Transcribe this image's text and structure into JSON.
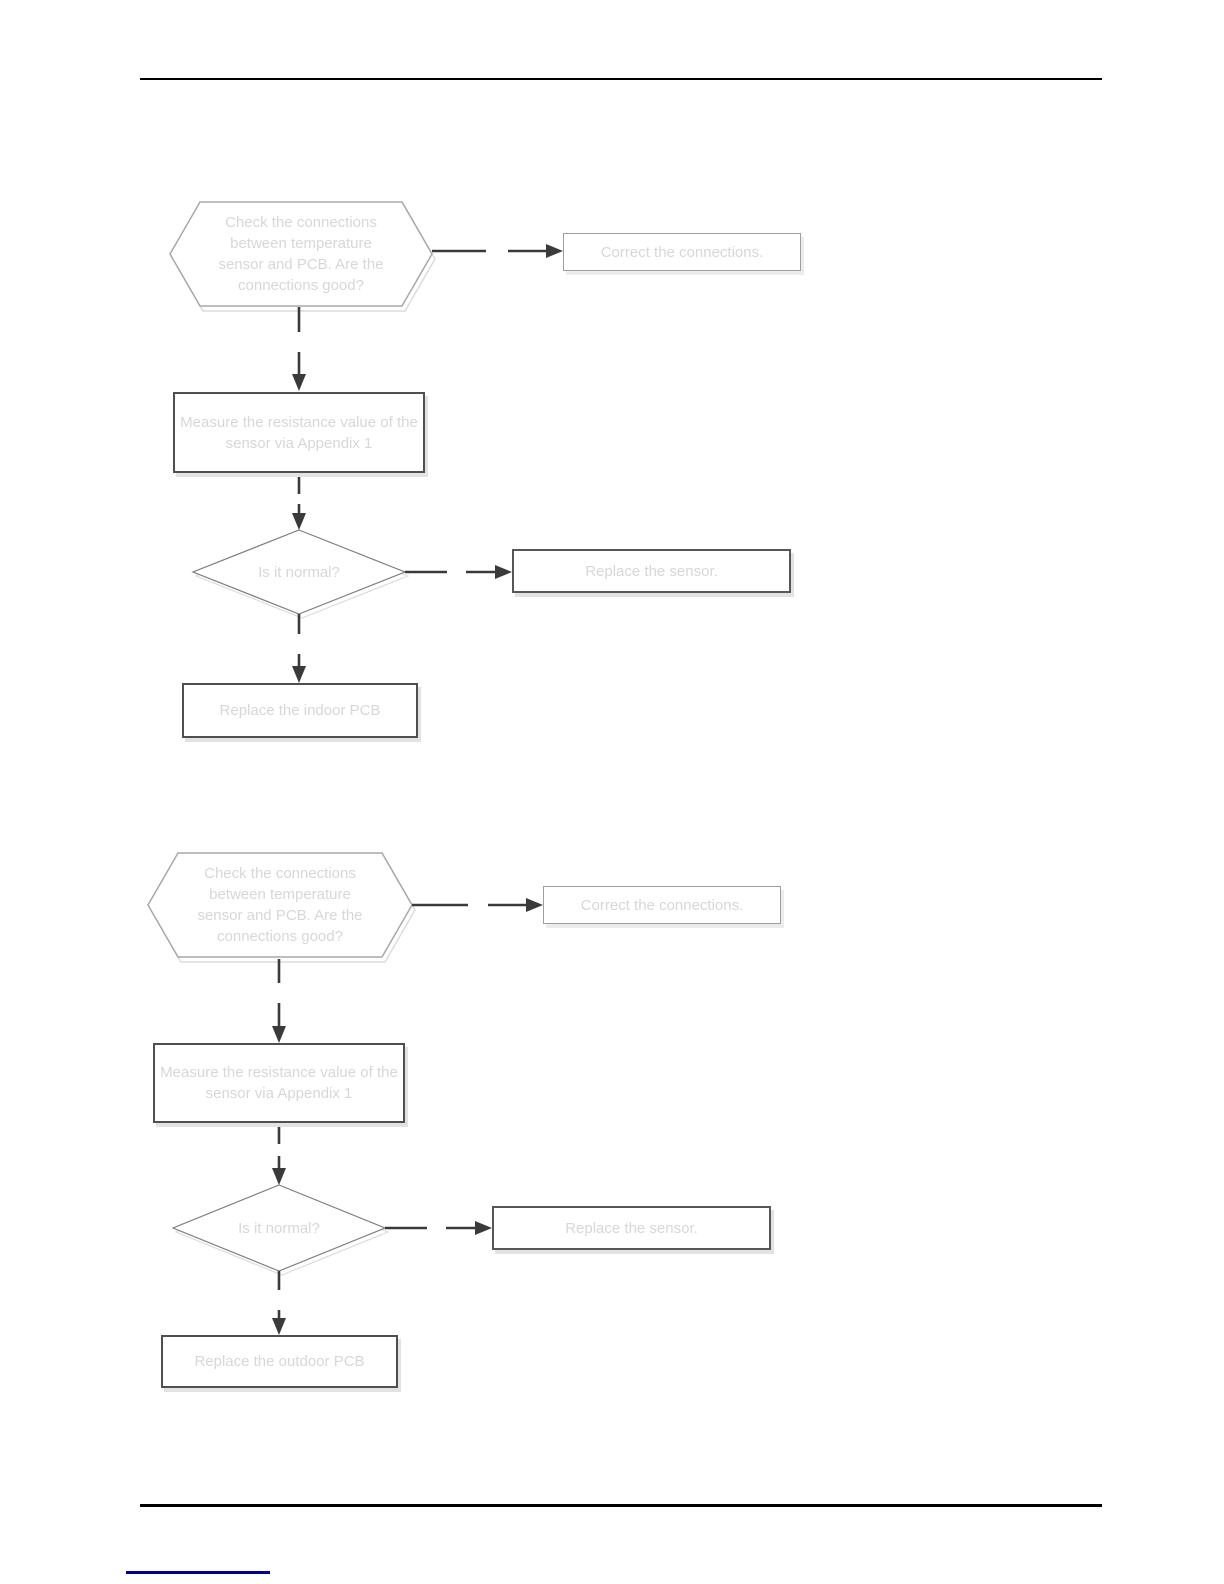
{
  "page": {
    "background": "#ffffff"
  },
  "colors": {
    "connector": "#3a3a3a",
    "shape_text": "#d7d7d7",
    "hexagon_border": "#a8a8a8",
    "diamond_border": "#7d7d7d",
    "light_box_border": "#9e9e9e",
    "dark_box_border": "#4f4f4f",
    "shape_shadow": "#dcdcdc",
    "rule": "#000000",
    "footer_link": "#00008b"
  },
  "flowcharts": [
    {
      "nodes": {
        "check_connections": "Check the connections between temperature sensor and PCB. Are the connections good?",
        "correct_connections": "Correct the connections.",
        "measure_resistance": "Measure the resistance value of the sensor via Appendix 1",
        "is_it_normal": "Is it normal?",
        "replace_sensor": "Replace the sensor.",
        "replace_pcb": "Replace the indoor PCB"
      }
    },
    {
      "nodes": {
        "check_connections": "Check the connections between temperature sensor and PCB. Are the connections good?",
        "correct_connections": "Correct the connections.",
        "measure_resistance": "Measure the resistance value of the sensor via Appendix 1",
        "is_it_normal": "Is it normal?",
        "replace_sensor": "Replace the sensor.",
        "replace_pcb": "Replace the outdoor PCB"
      }
    }
  ]
}
